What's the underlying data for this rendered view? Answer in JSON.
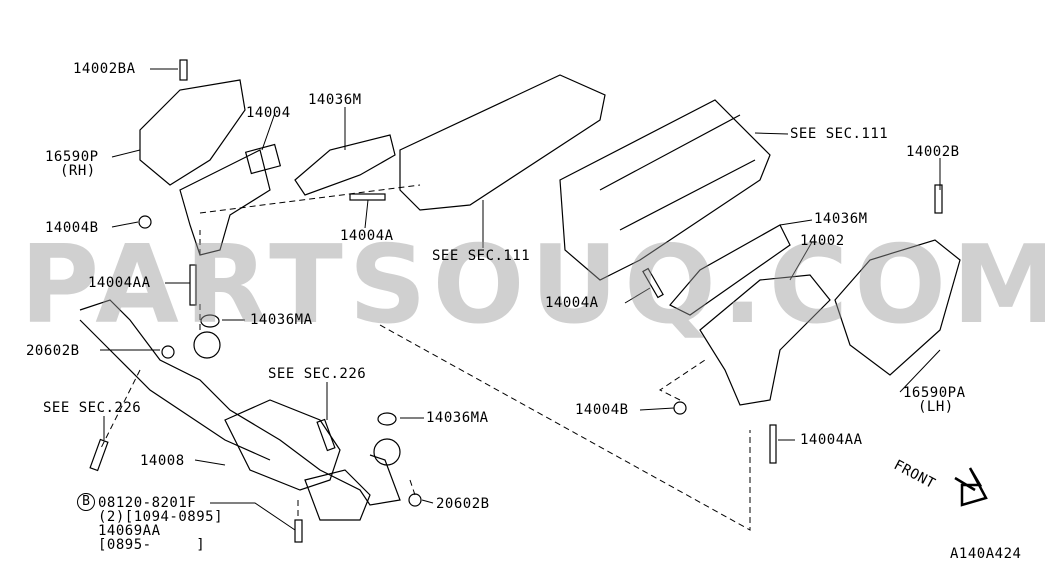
{
  "watermark": "PARTSOUQ.COM",
  "diagram_code": "A140A424",
  "front_label": "FRONT",
  "labels": {
    "bolt_rh": "14002BA",
    "manifold_rh": "14004",
    "gasket_rh": "14036M",
    "cover_rh": "16590P",
    "cover_rh_side": "(RH)",
    "nut_rh": "14004B",
    "stud_rh": "14004A",
    "see_sec_111_a": "SEE SEC.111",
    "see_sec_111_b": "SEE SEC.111",
    "bolt_lh": "14002B",
    "gasket_lh": "14036M",
    "manifold_lh": "14002",
    "stud_aa_rh": "14004AA",
    "stud_lh": "14004A",
    "gasket_ma_rh": "14036MA",
    "nut_20602b_a": "20602B",
    "see_sec_226_a": "SEE SEC.226",
    "cover_lh": "16590PA",
    "cover_lh_side": "(LH)",
    "see_sec_226_b": "SEE SEC.226",
    "nut_lh": "14004B",
    "gasket_ma_lh": "14036MA",
    "stud_aa_lh": "14004AA",
    "converter": "14008",
    "nut_20602b_b": "20602B",
    "callout_b": "B",
    "bolt_b_line1": "08120-8201F",
    "bolt_b_line2": "(2)[1094-0895]",
    "bolt_b_line3": "14069AA",
    "bolt_b_line4": "[0895-     ]"
  }
}
